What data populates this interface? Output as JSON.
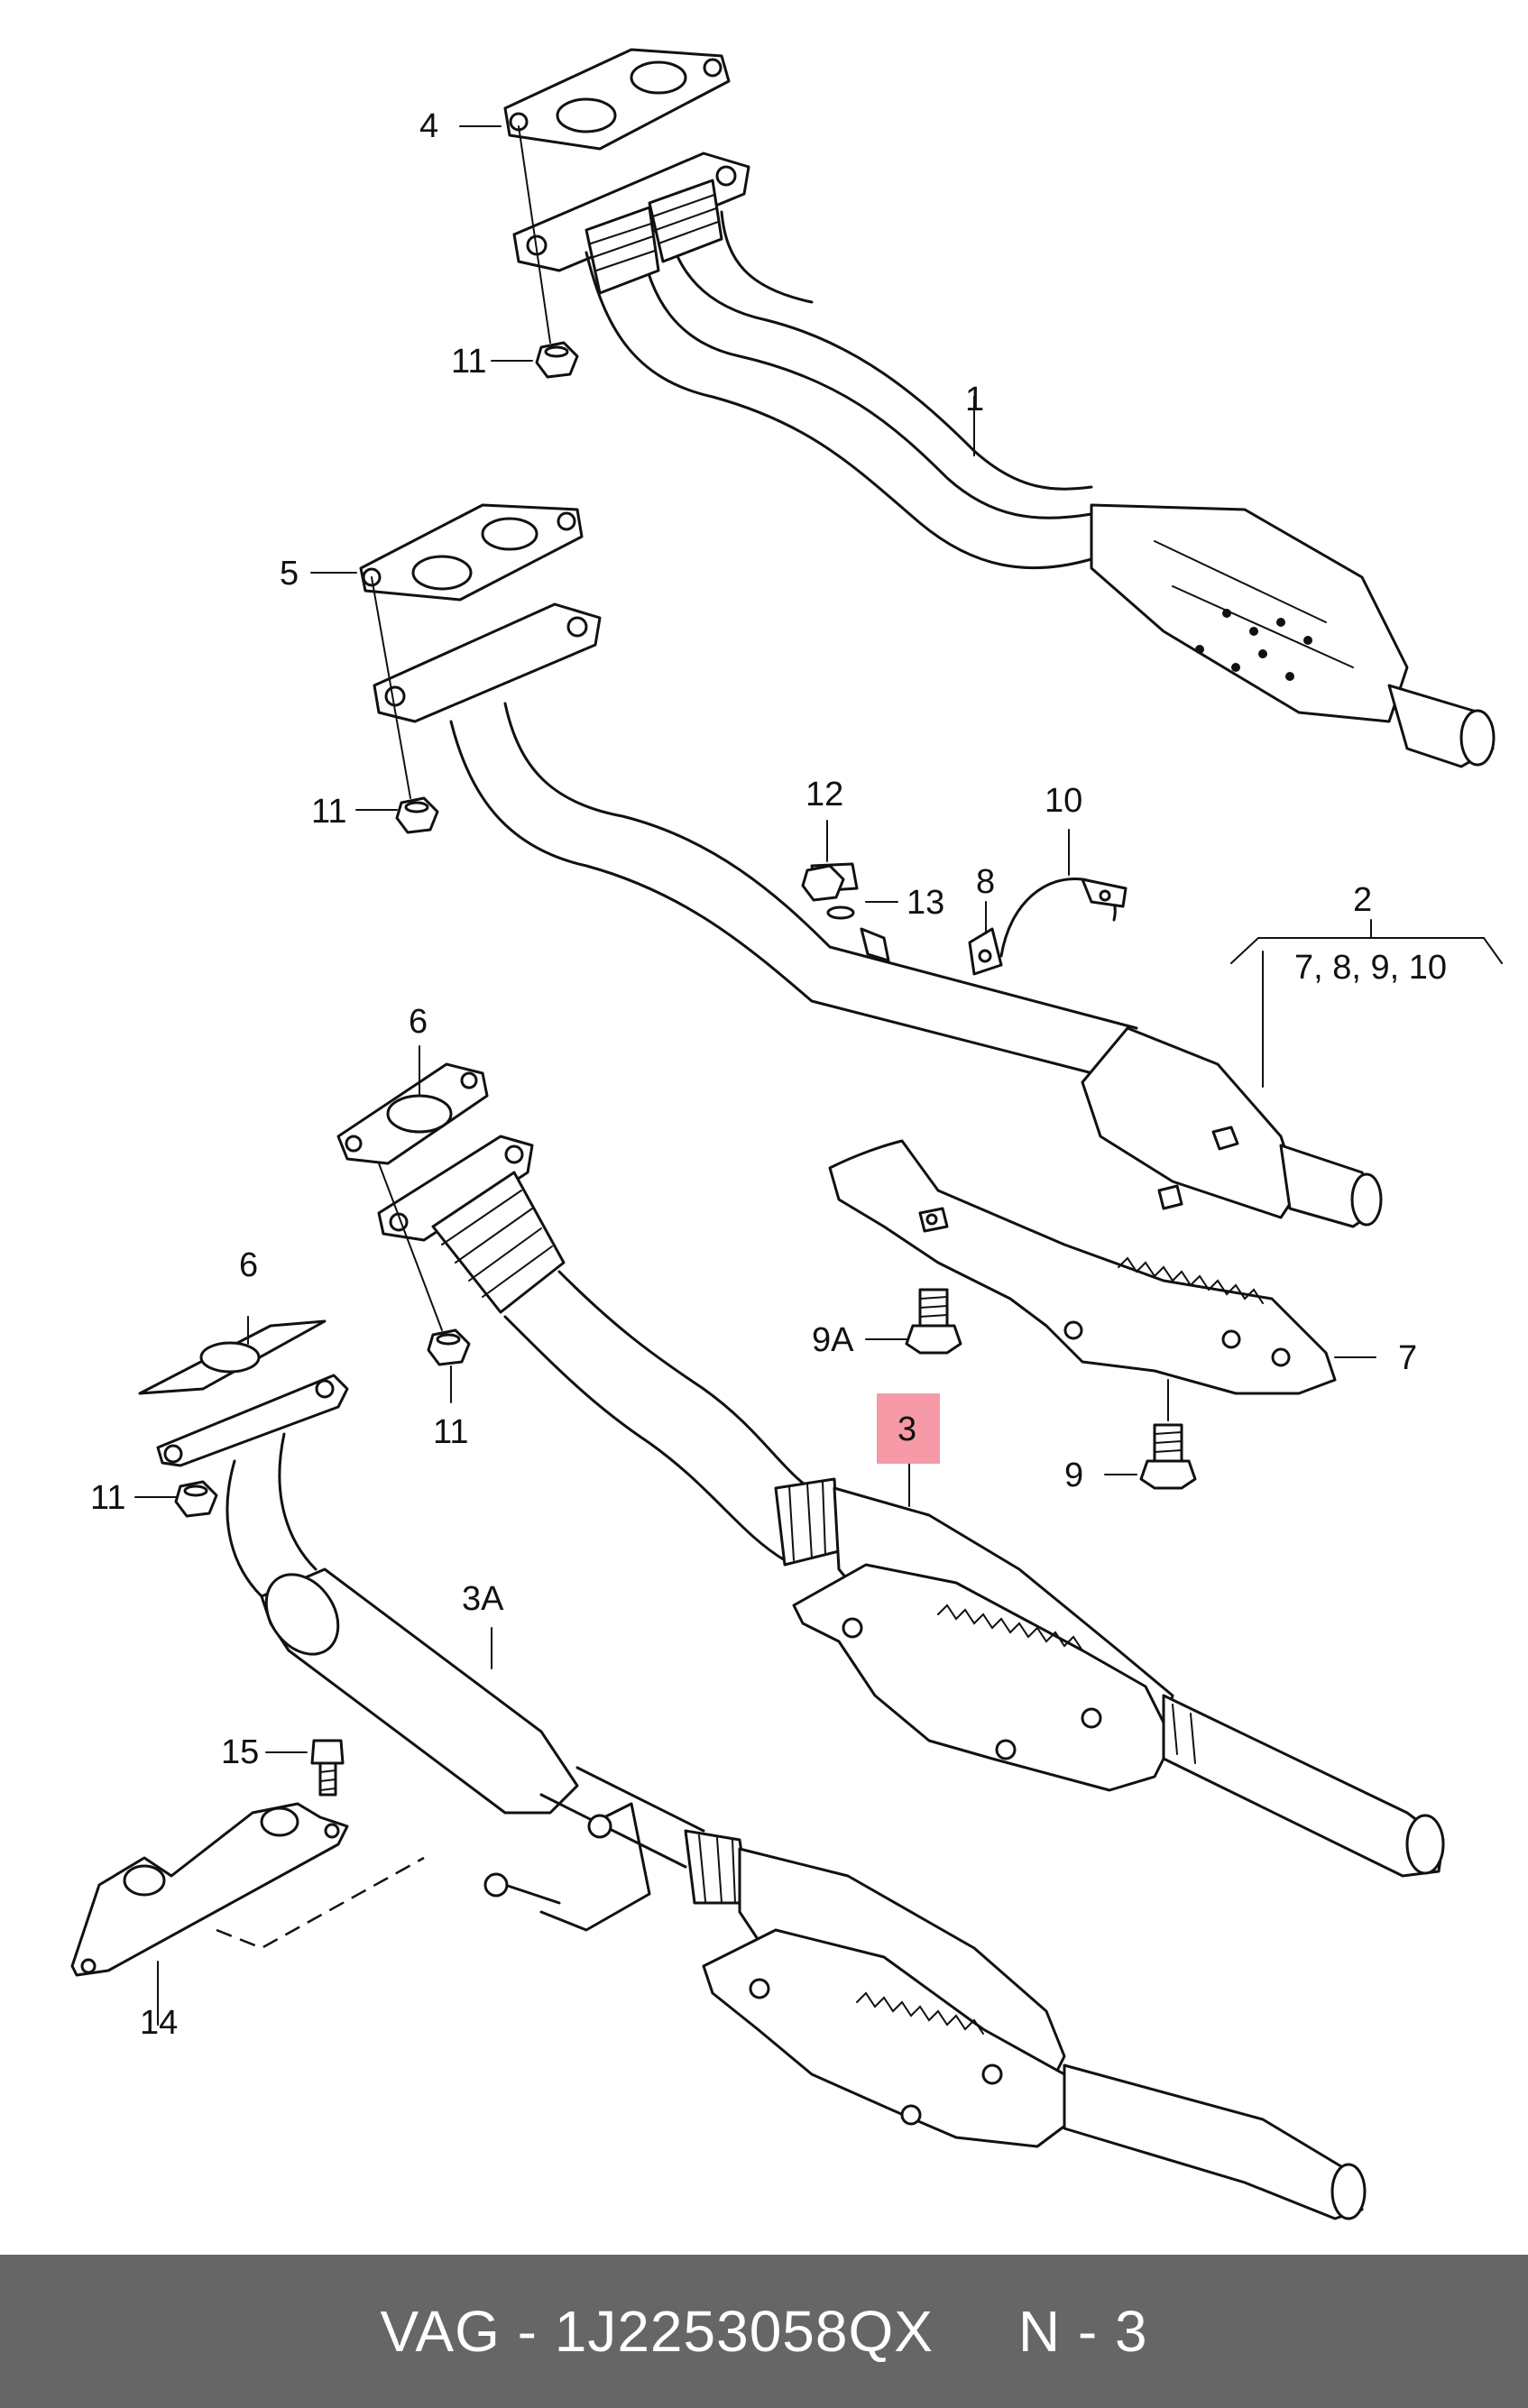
{
  "diagram": {
    "callouts": {
      "c1": "1",
      "c2": "2",
      "c2_sub": "7, 8, 9, 10",
      "c3": "3",
      "c3A": "3A",
      "c4": "4",
      "c5": "5",
      "c6a": "6",
      "c6b": "6",
      "c7": "7",
      "c8": "8",
      "c9": "9",
      "c9A": "9A",
      "c10": "10",
      "c11a": "11",
      "c11b": "11",
      "c11c": "11",
      "c11d": "11",
      "c12": "12",
      "c13": "13",
      "c14": "14",
      "c15": "15"
    },
    "highlight_color": "#f59aa6"
  },
  "footer": {
    "part_label": "VAG - 1J2253058QX",
    "position_label": "N - 3",
    "background": "#666666"
  }
}
